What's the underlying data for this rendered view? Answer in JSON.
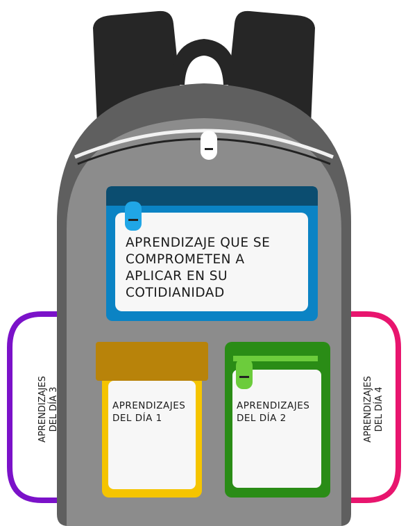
{
  "backpack": {
    "main_pocket_label": "APRENDIZAJE QUE SE\nCOMPROMETEN A\nAPLICAR EN SU\nCOTIDIANIDAD",
    "left_pocket_label": "APRENDIZAJES\nDEL DÍA 1",
    "right_pocket_label": "APRENDIZAJES\nDEL DÍA 2",
    "left_strap_label": "APRENDIZAJES\nDEL DÍA 3",
    "right_strap_label": "APRENDIZAJES\nDEL DÍA 4"
  },
  "colors": {
    "straps": "#262626",
    "body": "#8c8c8c",
    "trim": "#5f5f5f",
    "main_pocket": "#0b83c4",
    "main_pocket_top": "#0b4d70",
    "pocket_day1": "#f5c400",
    "pocket_day1_top": "#b8830a",
    "pocket_day2": "#2a8c16",
    "pocket_day2_tag": "#6ccc3c",
    "side_day3": "#7b12c9",
    "side_day4": "#e8156e",
    "card": "#f7f7f7"
  }
}
